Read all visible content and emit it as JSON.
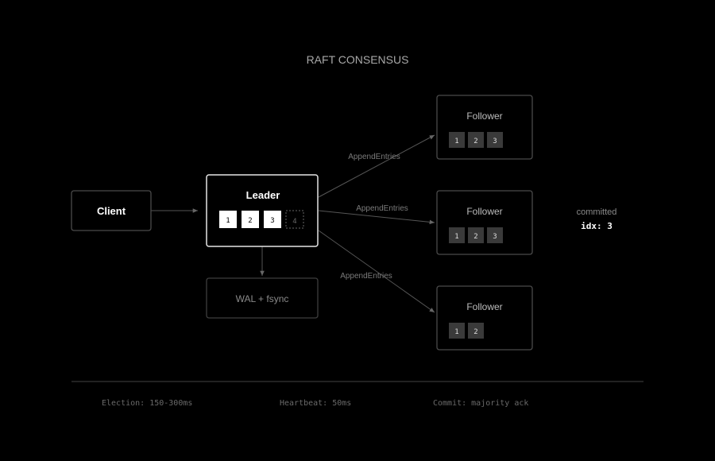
{
  "title": "RAFT CONSENSUS",
  "client": {
    "label": "Client"
  },
  "leader": {
    "label": "Leader",
    "log": [
      "1",
      "2",
      "3"
    ],
    "pending": "4"
  },
  "wal": {
    "label": "WAL + fsync"
  },
  "followers": [
    {
      "label": "Follower",
      "log": [
        "1",
        "2",
        "3"
      ],
      "edge_label": "AppendEntries"
    },
    {
      "label": "Follower",
      "log": [
        "1",
        "2",
        "3"
      ],
      "edge_label": "AppendEntries"
    },
    {
      "label": "Follower",
      "log": [
        "1",
        "2"
      ],
      "edge_label": "AppendEntries"
    }
  ],
  "commit": {
    "label": "committed",
    "value": "idx: 3"
  },
  "footer": {
    "election": "Election: 150-300ms",
    "heartbeat": "Heartbeat: 50ms",
    "commit_rule": "Commit: majority ack"
  },
  "colors": {
    "background": "#000000",
    "active_border": "#e6e6e6",
    "muted_border": "#4a4a4a",
    "entry_committed": "#ffffff",
    "entry_follower": "#3a3a3a",
    "edge": "#555555"
  }
}
